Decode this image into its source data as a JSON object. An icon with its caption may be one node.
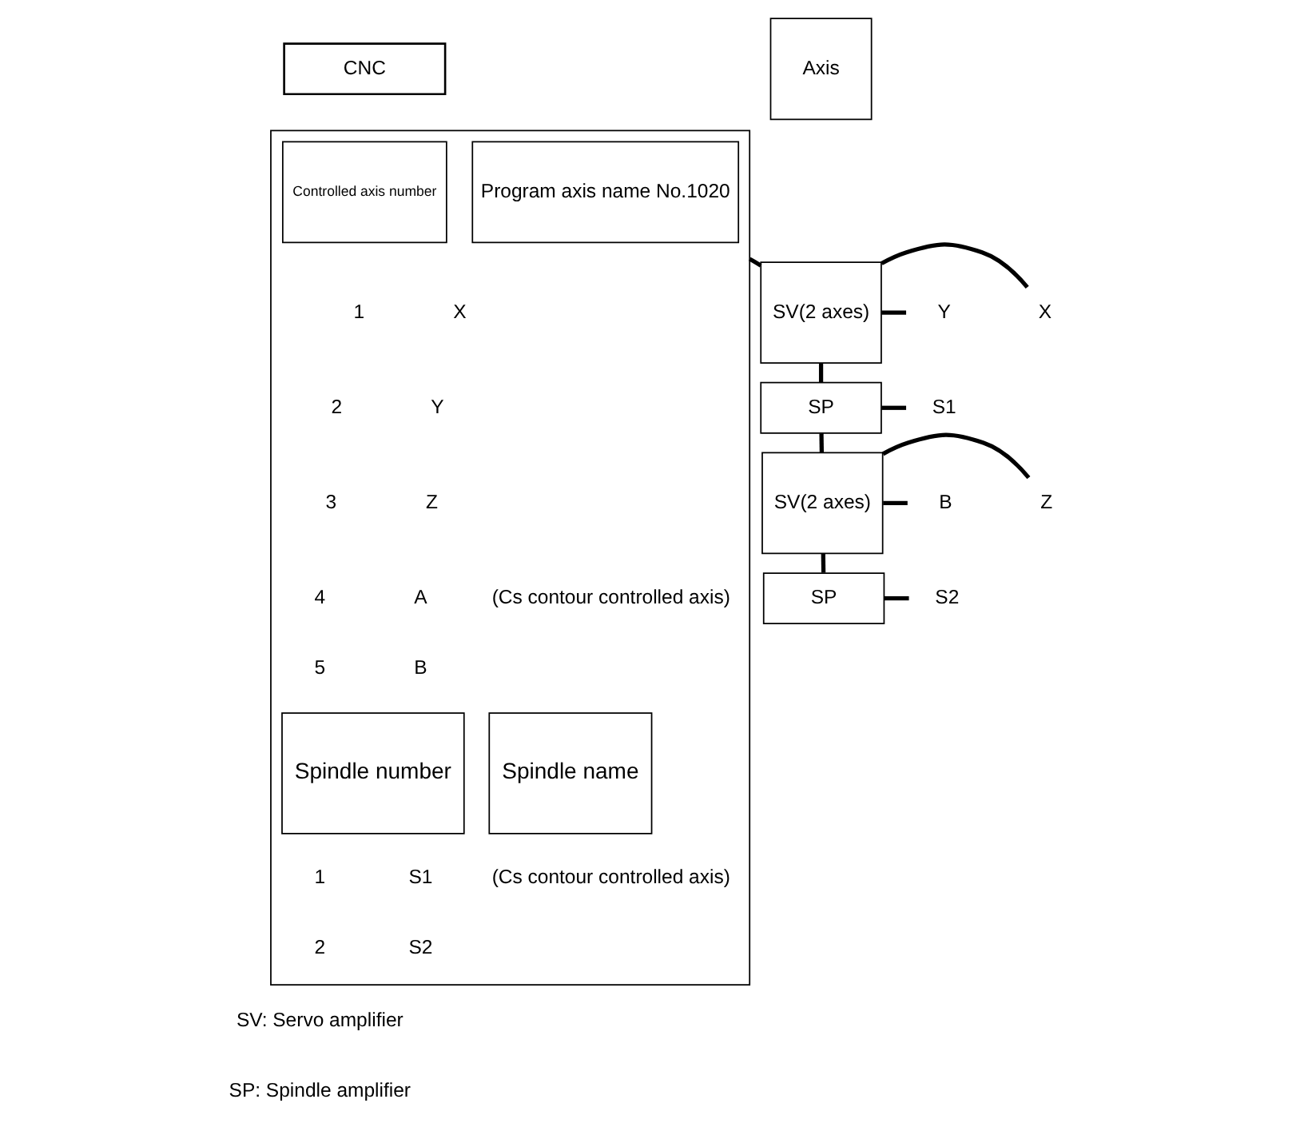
{
  "diagram": {
    "nodes": [
      {
        "text": [
          "CNC"
        ]
      },
      {
        "text": [],
        "shape": "box"
      },
      {
        "text": [
          "Controlled axis number"
        ],
        "in": 1
      },
      {
        "text": [
          "Program axis name No.1020"
        ],
        "in": 1
      },
      {
        "text": [
          "Spindle number"
        ],
        "in": 1
      },
      {
        "text": [
          "Spindle name"
        ],
        "in": 1
      },
      {
        "text": [
          "Axis"
        ]
      },
      {
        "text": [
          "SV(2 axes)"
        ]
      },
      {
        "text": [
          "SP"
        ]
      },
      {
        "text": [
          "SV(2 axes)"
        ]
      },
      {
        "text": [
          "SP"
        ]
      },
      {
        "text": [
          "X"
        ]
      },
      {
        "text": [
          "Y"
        ]
      },
      {
        "text": [
          "S1"
        ]
      },
      {
        "text": [
          "Z"
        ]
      },
      {
        "text": [
          "B"
        ]
      },
      {
        "text": [
          "S2"
        ]
      }
    ],
    "edges": [
      {
        "from": 1,
        "to": 7,
        "arrow": "none"
      },
      {
        "from": 7,
        "to": 8,
        "arrow": "none"
      },
      {
        "from": 8,
        "to": 9,
        "arrow": "none"
      },
      {
        "from": 9,
        "to": 10,
        "arrow": "none"
      },
      {
        "from": 7,
        "to": 11,
        "arrow": "none"
      },
      {
        "from": 7,
        "to": 12,
        "arrow": "none"
      },
      {
        "from": 8,
        "to": 13,
        "arrow": "none"
      },
      {
        "from": 9,
        "to": 14,
        "arrow": "none"
      },
      {
        "from": 9,
        "to": 15,
        "arrow": "none"
      },
      {
        "from": 10,
        "to": 16,
        "arrow": "none"
      }
    ],
    "labels": [
      "1",
      "X",
      "2",
      "Y",
      "3",
      "Z",
      "4",
      "A",
      "(Cs contour controlled axis)",
      "5",
      "B",
      "1",
      "S1",
      "(Cs contour controlled axis)",
      "2",
      "S2",
      "SV: Servo amplifier",
      "SP: Spindle amplifier"
    ]
  }
}
